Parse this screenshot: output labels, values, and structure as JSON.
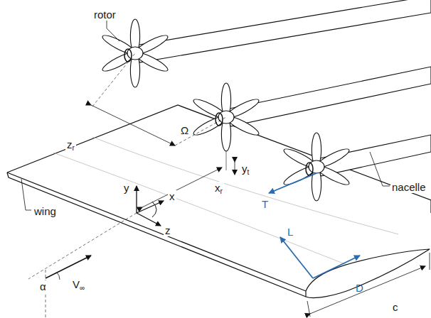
{
  "diagram": {
    "labels": [
      "rotor",
      "zr",
      "Ω",
      "xr",
      "yt",
      "nacelle",
      "T",
      "L",
      "D",
      "wing",
      "y",
      "x",
      "z",
      "α",
      "V∞",
      "c"
    ]
  }
}
